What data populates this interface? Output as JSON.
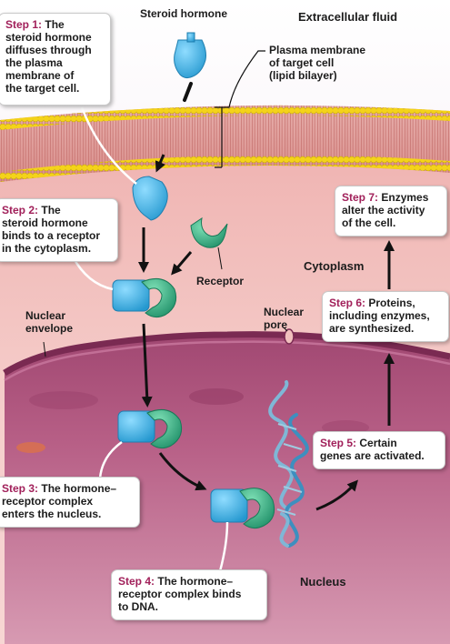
{
  "labels": {
    "steroid_hormone": "Steroid hormone",
    "extracellular_fluid": "Extracellular fluid",
    "plasma_membrane": [
      "Plasma membrane",
      "of target cell",
      "(lipid bilayer)"
    ],
    "receptor": "Receptor",
    "cytoplasm": "Cytoplasm",
    "nuclear_envelope": [
      "Nuclear",
      "envelope"
    ],
    "nuclear_pore": [
      "Nuclear",
      "pore"
    ],
    "nucleus": "Nucleus"
  },
  "steps": [
    {
      "num": "Step 1:",
      "lines": [
        "The",
        "steroid hormone",
        "diffuses through",
        "the plasma",
        "membrane of",
        "the target cell."
      ]
    },
    {
      "num": "Step 2:",
      "lines": [
        "The",
        "steroid hormone",
        "binds to a receptor",
        "in the cytoplasm."
      ]
    },
    {
      "num": "Step 3:",
      "lines": [
        "The hormone–",
        "receptor complex",
        "enters the nucleus."
      ]
    },
    {
      "num": "Step 4:",
      "lines": [
        "The hormone–",
        "receptor complex binds",
        "to DNA."
      ]
    },
    {
      "num": "Step 5:",
      "lines": [
        "Certain",
        "genes are activated."
      ]
    },
    {
      "num": "Step 6:",
      "lines": [
        "Proteins,",
        "including enzymes,",
        "are synthesized."
      ]
    },
    {
      "num": "Step 7:",
      "lines": [
        "Enzymes",
        "alter the activity",
        "of the cell."
      ]
    }
  ],
  "colors": {
    "hormone": "#3ab0e2",
    "receptor": "#2aa57a",
    "step_accent": "#a1205a",
    "membrane_head": "#f2d01a",
    "cytoplasm": "#f1bfbd",
    "nucleus": "#8e3560"
  }
}
